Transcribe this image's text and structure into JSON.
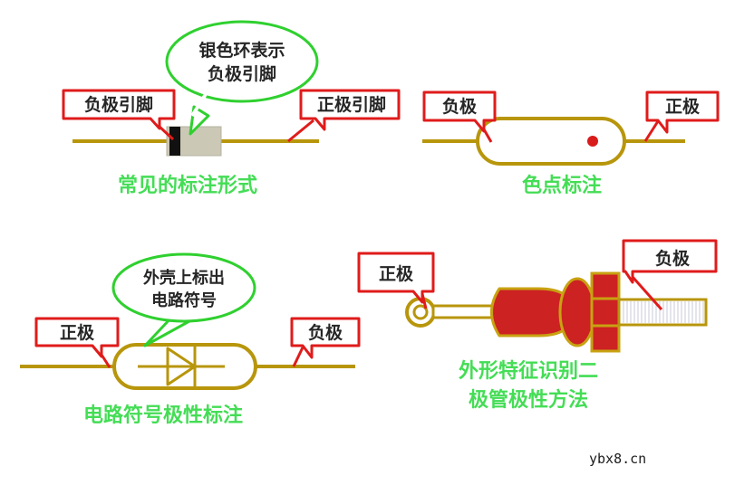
{
  "meta": {
    "background": "#ffffff",
    "colors": {
      "callout_red": "#e01b1b",
      "bubble_green": "#2fd02f",
      "caption_green": "#44dd55",
      "lead_gold": "#b8960c",
      "body_gray": "#cbc8b6",
      "band_black": "#111111",
      "dot_red": "#d81b1b",
      "diode_red": "#cc2222",
      "outline_gold": "#c8a211",
      "text_dark": "#262626"
    },
    "watermark": "ybx8.cn"
  },
  "panels": [
    {
      "id": "panel-common-marking",
      "caption": "常见的标注形式",
      "bubble": {
        "line1": "银色环表示",
        "line2": "负极引脚"
      },
      "callouts": [
        {
          "name": "cathode",
          "text": "负极引脚"
        },
        {
          "name": "anode",
          "text": "正极引脚"
        }
      ]
    },
    {
      "id": "panel-color-dot-marking",
      "caption": "色点标注",
      "callouts": [
        {
          "name": "cathode",
          "text": "负极"
        },
        {
          "name": "anode",
          "text": "正极"
        }
      ]
    },
    {
      "id": "panel-circuit-symbol-marking",
      "caption": "电路符号极性标注",
      "bubble": {
        "line1": "外壳上标出",
        "line2": "电路符号"
      },
      "callouts": [
        {
          "name": "anode",
          "text": "正极"
        },
        {
          "name": "cathode",
          "text": "负极"
        }
      ]
    },
    {
      "id": "panel-shape-feature-identification",
      "caption_line1": "外形特征识别二",
      "caption_line2": "极管极性方法",
      "callouts": [
        {
          "name": "anode",
          "text": "正极"
        },
        {
          "name": "cathode",
          "text": "负极"
        }
      ]
    }
  ]
}
